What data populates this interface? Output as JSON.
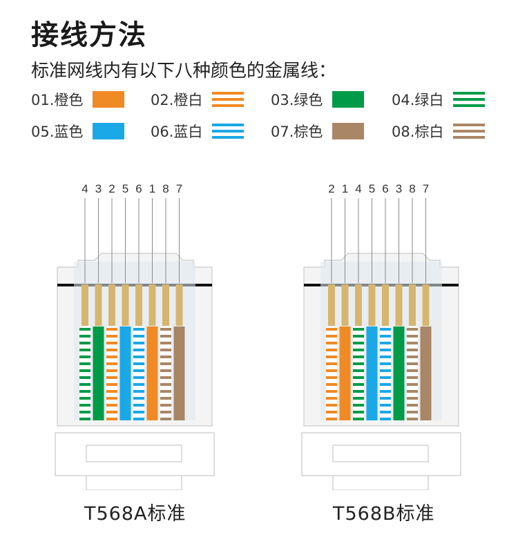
{
  "header": {
    "title": "接线方法",
    "subtitle": "标准网线内有以下八种颜色的金属线："
  },
  "legend": [
    {
      "label": "01.橙色",
      "color": "#F08A24",
      "striped": false
    },
    {
      "label": "02.橙白",
      "color": "#F08A24",
      "striped": true
    },
    {
      "label": "03.绿色",
      "color": "#009B48",
      "striped": false
    },
    {
      "label": "04.绿白",
      "color": "#009B48",
      "striped": true
    },
    {
      "label": "05.蓝色",
      "color": "#1BA8E6",
      "striped": false
    },
    {
      "label": "06.蓝白",
      "color": "#1BA8E6",
      "striped": true
    },
    {
      "label": "07.棕色",
      "color": "#A88666",
      "striped": false
    },
    {
      "label": "08.棕白",
      "color": "#A88666",
      "striped": true
    }
  ],
  "connectors": [
    {
      "caption": "T568A标准",
      "order": [
        "4",
        "3",
        "2",
        "5",
        "6",
        "1",
        "8",
        "7"
      ]
    },
    {
      "caption": "T568B标准",
      "order": [
        "2",
        "1",
        "4",
        "5",
        "6",
        "3",
        "8",
        "7"
      ]
    }
  ]
}
